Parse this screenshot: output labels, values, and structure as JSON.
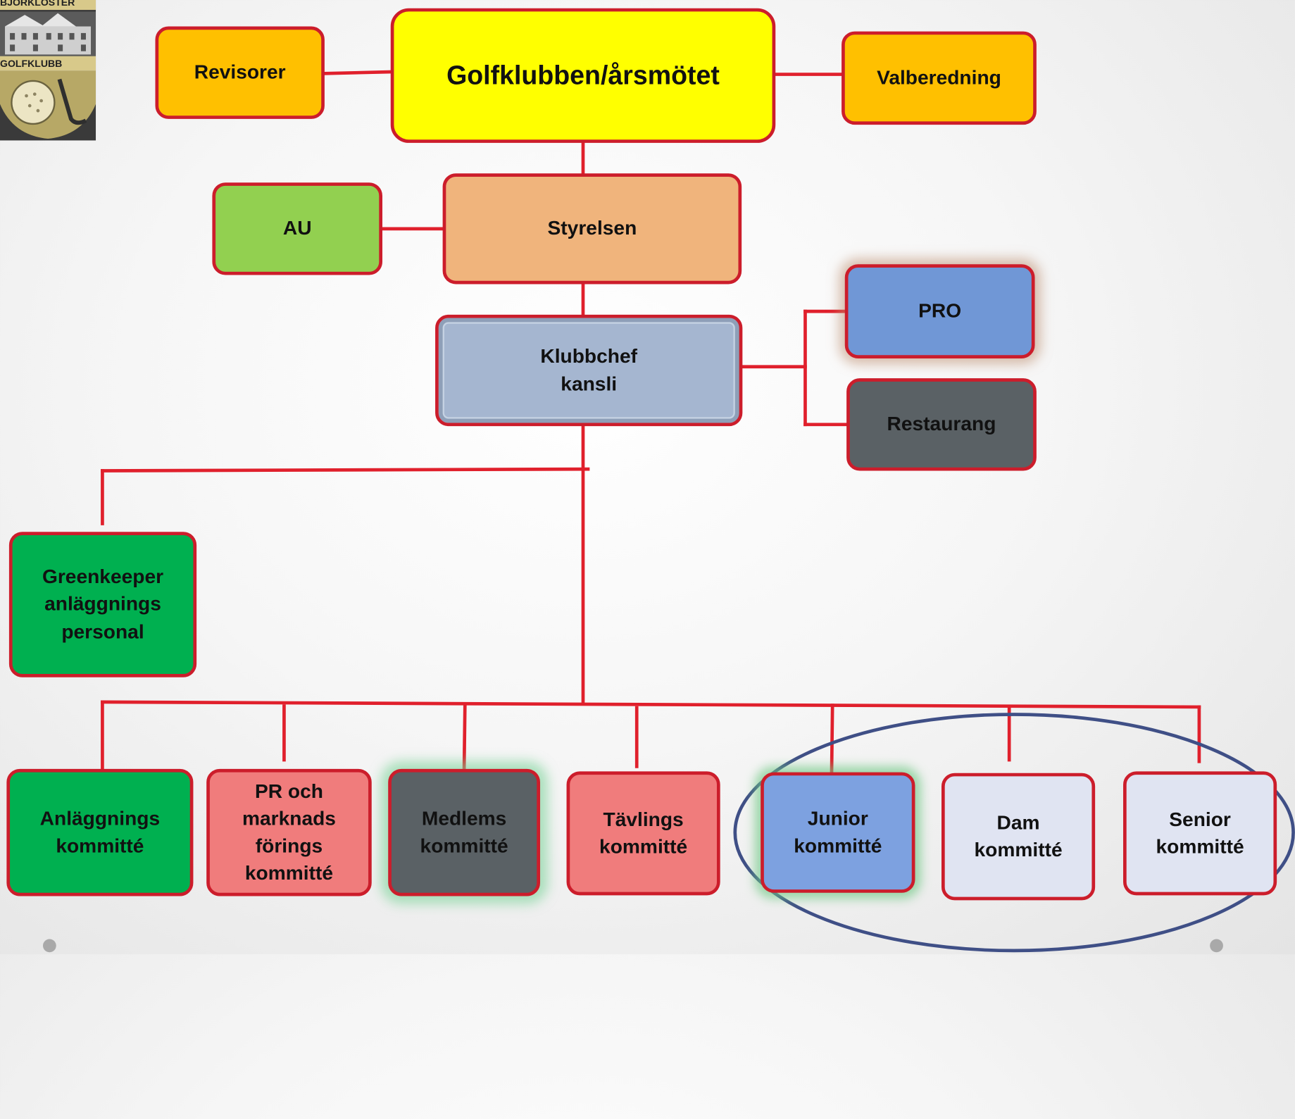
{
  "logo": {
    "top_text": "BJÖRKLOSTER",
    "bottom_text": "GOLFKLUBB"
  },
  "nodes": {
    "golfklubben": "Golfklubben/årsmötet",
    "revisorer": "Revisorer",
    "valberedning": "Valberedning",
    "styrelsen": "Styrelsen",
    "au": "AU",
    "klubbchef": "Klubbchef\nkansli",
    "pro": "PRO",
    "restaurang": "Restaurang",
    "greenkeeper": "Greenkeeper\nanläggnings\npersonal",
    "anlaggnings": "Anläggnings\nkommitté",
    "pr": "PR och\nmarknads\nförings\nkommitté",
    "medlems": "Medlems\nkommitté",
    "tavlings": "Tävlings\nkommitté",
    "junior": "Junior\nkommitté",
    "dam": "Dam\nkommitté",
    "senior": "Senior\nkommitté"
  },
  "colors": {
    "connector": "#e0202c",
    "border": "#cc1d2b",
    "highlight_ellipse": "#3f4f86",
    "annual_meeting": "#ffff00",
    "audit_and_nomination": "#ffc000",
    "board": "#f0b47c",
    "au": "#92d050",
    "manager": "#a5b6d0",
    "pro": "#7097d6",
    "restaurant": "#5a6165",
    "green_units": "#00b050",
    "pink_committees": "#f07c7c",
    "grey_committee": "#5a6165",
    "junior": "#7da1e0",
    "light_committees": "#e0e4f2"
  }
}
